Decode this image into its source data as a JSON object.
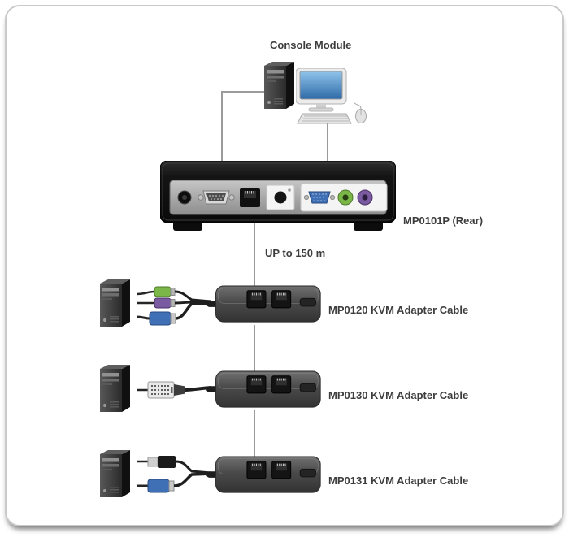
{
  "diagram": {
    "console": {
      "label": "Console Module"
    },
    "switch": {
      "label": "MP0101P (Rear)"
    },
    "link": {
      "label": "UP to 150 m"
    },
    "adapters": [
      {
        "id": "adapter-mp0120",
        "label": "MP0120 KVM Adapter Cable",
        "connectors": "ps2-keyboard, ps2-mouse, vga"
      },
      {
        "id": "adapter-mp0130",
        "label": "MP0130 KVM Adapter Cable",
        "connectors": "dvi"
      },
      {
        "id": "adapter-mp0131",
        "label": "MP0131 KVM Adapter Cable",
        "connectors": "usb, vga"
      }
    ],
    "colors": {
      "label_text": "#3d3d3d",
      "connection_line": "#9b9b9b",
      "cable_black": "#1f1f1f",
      "vga_blue": "#3f6fb5",
      "ps2_green": "#7ab648",
      "ps2_purple": "#7a5aa0",
      "device_black": "#141414",
      "panel_border": "#c9c9c9"
    }
  }
}
